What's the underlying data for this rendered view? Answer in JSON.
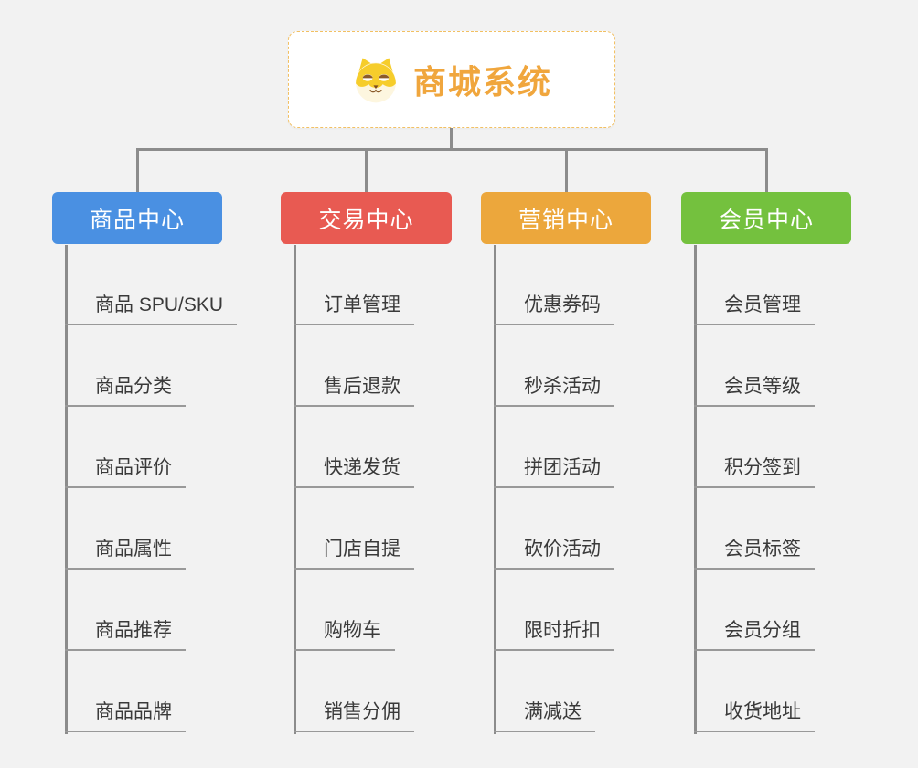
{
  "root": {
    "title": "商城系统",
    "icon": "dog-face-icon",
    "title_color": "#f0a63d",
    "border_color": "#f2c063"
  },
  "connector_color": "#8c8c8c",
  "branches": [
    {
      "label": "商品中心",
      "color": "#4a90e2",
      "items": [
        "商品 SPU/SKU",
        "商品分类",
        "商品评价",
        "商品属性",
        "商品推荐",
        "商品品牌"
      ]
    },
    {
      "label": "交易中心",
      "color": "#e85a52",
      "items": [
        "订单管理",
        "售后退款",
        "快递发货",
        "门店自提",
        "购物车",
        "销售分佣"
      ]
    },
    {
      "label": "营销中心",
      "color": "#eca73c",
      "items": [
        "优惠券码",
        "秒杀活动",
        "拼团活动",
        "砍价活动",
        "限时折扣",
        "满减送"
      ]
    },
    {
      "label": "会员中心",
      "color": "#74c13e",
      "items": [
        "会员管理",
        "会员等级",
        "积分签到",
        "会员标签",
        "会员分组",
        "收货地址"
      ]
    }
  ]
}
